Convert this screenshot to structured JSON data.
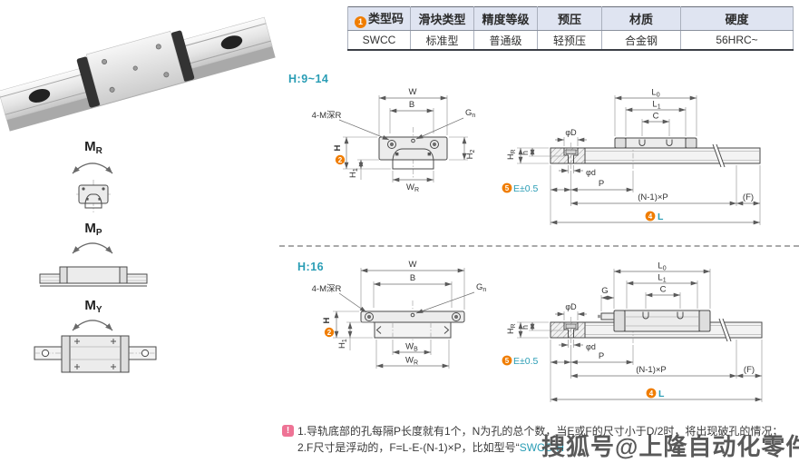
{
  "colors": {
    "teal": "#2a9db5",
    "orange": "#f07d00",
    "table_header_bg": "#dfe4f1",
    "note_icon_bg": "#ee7395",
    "watermark_gray": "#4b4b4b"
  },
  "spec_table": {
    "headers": [
      {
        "badge": "1",
        "label": "类型码"
      },
      {
        "label": "滑块类型"
      },
      {
        "label": "精度等级"
      },
      {
        "label": "预压"
      },
      {
        "label": "材质"
      },
      {
        "label": "硬度"
      }
    ],
    "row": [
      "SWCC",
      "标准型",
      "普通级",
      "轻预压",
      "合金钢",
      "56HRC~"
    ]
  },
  "moments": [
    {
      "main": "M",
      "sub": "R"
    },
    {
      "main": "M",
      "sub": "P"
    },
    {
      "main": "M",
      "sub": "Y"
    }
  ],
  "sections": [
    {
      "heading": "H:9~14"
    },
    {
      "heading": "H:16"
    }
  ],
  "dims": {
    "w": "W",
    "b": "B",
    "tap": "4-M深R",
    "gn": {
      "main": "G",
      "sub": "n"
    },
    "h": {
      "badge": "2",
      "label": "H"
    },
    "h1": {
      "main": "H",
      "sub": "1"
    },
    "h2": {
      "main": "H",
      "sub": "2"
    },
    "wr": {
      "main": "W",
      "sub": "R"
    },
    "wb": {
      "main": "W",
      "sub": "B"
    },
    "l0": {
      "main": "L",
      "sub": "0"
    },
    "l1": {
      "main": "L",
      "sub": "1"
    },
    "c": "C",
    "g": "G",
    "dia_D": "φD",
    "dia_d": "φd",
    "hr": {
      "main": "H",
      "sub": "R"
    },
    "h_small": "h",
    "p": "P",
    "np": "(N-1)×P",
    "f": "(F)",
    "e": {
      "badge": "5",
      "label": "E±0.5"
    },
    "l": {
      "badge": "4",
      "label": "L"
    }
  },
  "notes": {
    "icon": "!",
    "line1": "1.导轨底部的孔每隔P长度就有1个，N为孔的总个数，当E或F的尺寸小于D/2时，将出现破孔的情况；",
    "line2_prefix": "2.F尺寸是浮动的，F=L-E-(N-1)×P，比如型号“",
    "line2_code": "SWCC-H"
  },
  "watermark": "搜狐号@上隆自动化零件商城"
}
